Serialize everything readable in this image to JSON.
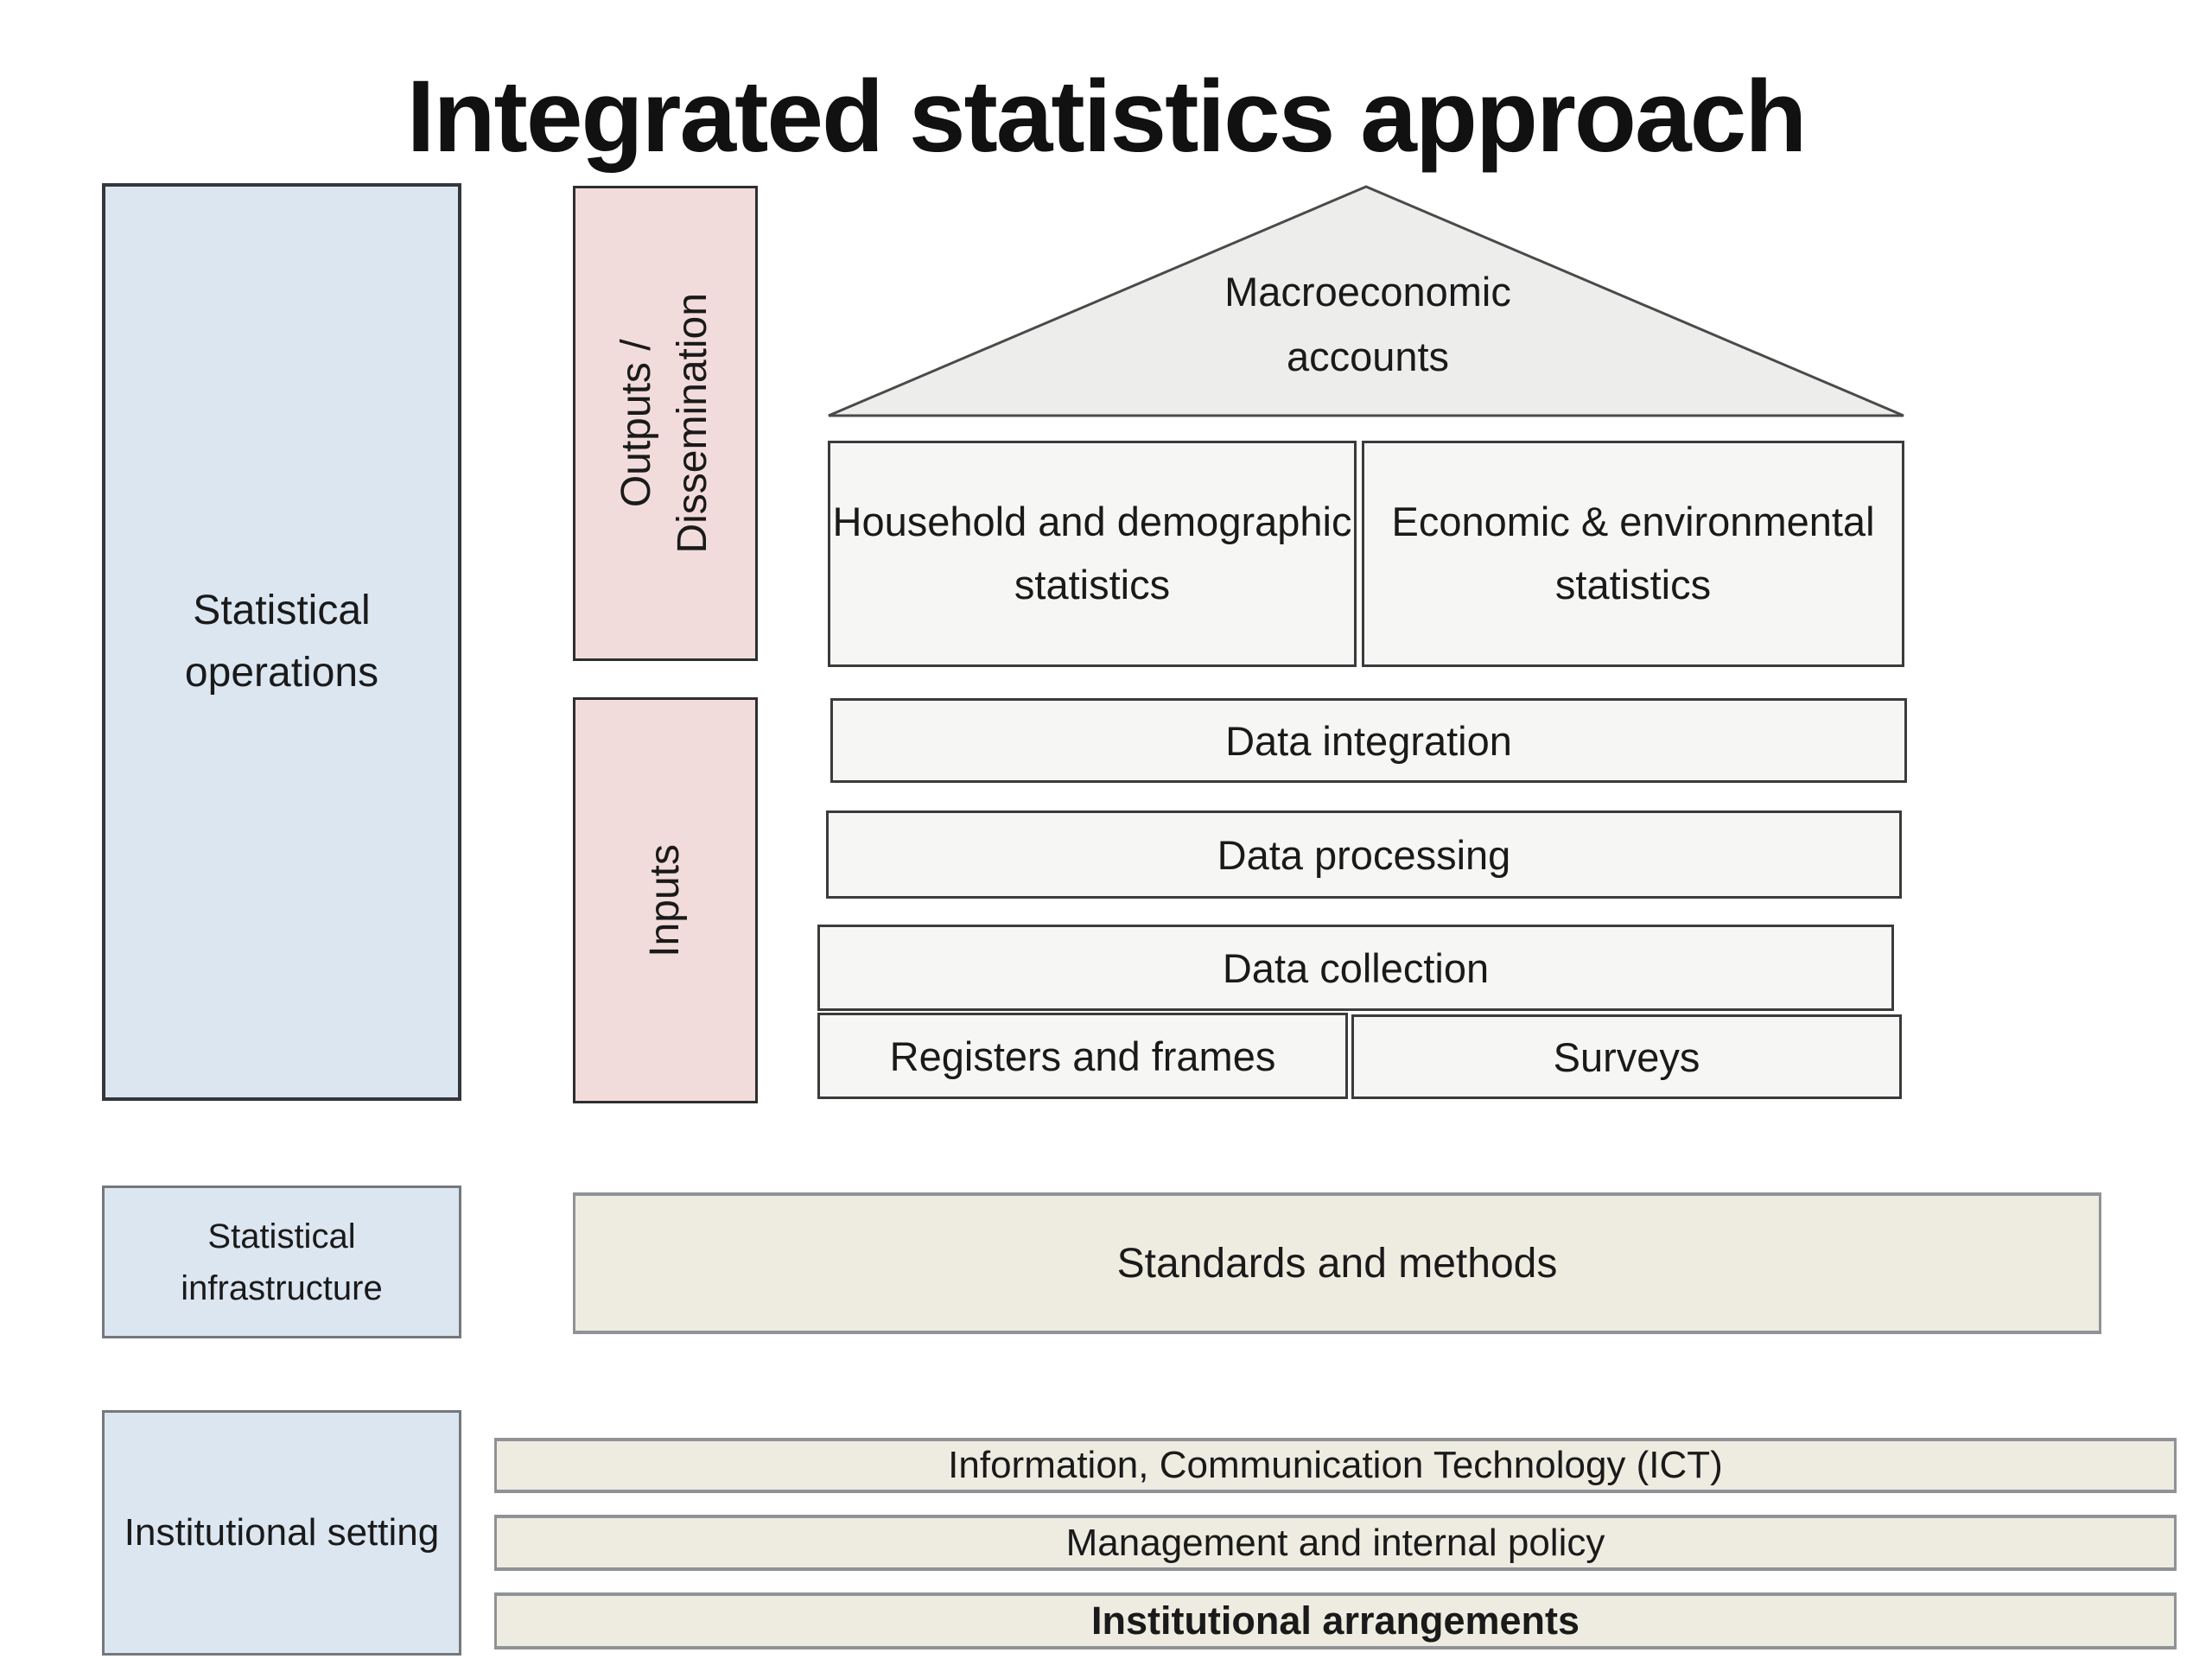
{
  "title": "Integrated statistics approach",
  "colors": {
    "blue_fill": "#dce6f1",
    "pink_fill": "#f2dcdb",
    "tan_fill": "#eeece1",
    "house_fill": "#f6f6f5",
    "triangle_fill": "#ededec",
    "dark_border": "#3b3b3b",
    "gray_border": "#8f9397"
  },
  "row_labels": {
    "statistical_operations": "Statistical operations",
    "statistical_infrastructure": "Statistical infrastructure",
    "institutional_setting": "Institutional setting"
  },
  "flow_labels": {
    "outputs_lines": [
      "Outputs /",
      "Dissemination"
    ],
    "inputs": "Inputs"
  },
  "house": {
    "roof": "Macroeconomic accounts",
    "output_boxes": [
      {
        "label": "Household and demographic statistics"
      },
      {
        "label": "Economic & environmental statistics"
      }
    ],
    "process_bars": [
      {
        "label": "Data integration"
      },
      {
        "label": "Data processing"
      },
      {
        "label": "Data collection"
      }
    ],
    "source_boxes": [
      {
        "label": "Registers and frames"
      },
      {
        "label": "Surveys"
      }
    ]
  },
  "infrastructure": {
    "standards_bar": "Standards and methods"
  },
  "institutional": {
    "bars": [
      {
        "label": "Information, Communication Technology (ICT)"
      },
      {
        "label": "Management and internal policy"
      },
      {
        "label": "Institutional arrangements"
      }
    ]
  }
}
